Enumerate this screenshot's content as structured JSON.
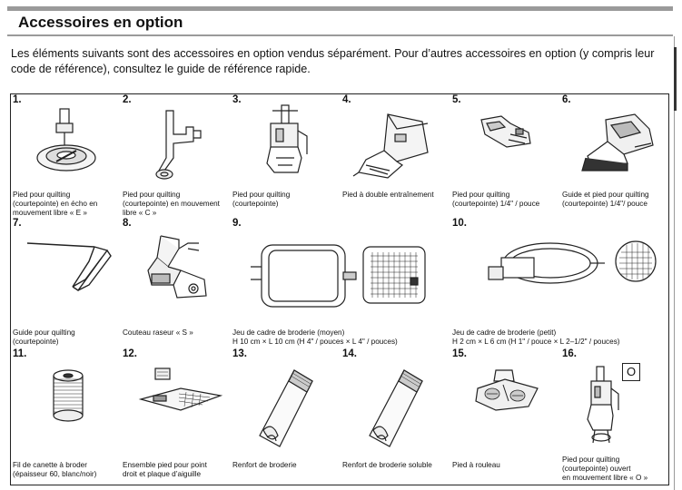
{
  "header": {
    "title": "Accessoires en option",
    "intro": "Les éléments suivants sont des accessoires en option vendus séparément. Pour d’autres accessoires en option (y compris leur code de référence), consultez le guide de référence rapide."
  },
  "items": [
    {
      "num": "1.",
      "icon": "quilting-echo-foot-icon",
      "lines": [
        "Pied pour quilting",
        "(courtepointe) en écho en",
        "mouvement libre « E »"
      ]
    },
    {
      "num": "2.",
      "icon": "quilting-free-motion-c-foot-icon",
      "lines": [
        "Pied pour quilting",
        "(courtepointe) en mouvement",
        "libre « C »"
      ]
    },
    {
      "num": "3.",
      "icon": "quilting-foot-icon",
      "lines": [
        "Pied pour quilting",
        "(courtepointe)"
      ]
    },
    {
      "num": "4.",
      "icon": "walking-foot-icon",
      "lines": [
        "Pied à double entraînement"
      ]
    },
    {
      "num": "5.",
      "icon": "quarter-inch-foot-icon",
      "lines": [
        "Pied pour quilting",
        "(courtepointe) 1/4\" / pouce"
      ]
    },
    {
      "num": "6.",
      "icon": "quarter-inch-guide-foot-icon",
      "lines": [
        "Guide et pied pour quilting",
        "(courtepointe) 1/4\"/ pouce"
      ]
    },
    {
      "num": "7.",
      "icon": "quilting-guide-icon",
      "lines": [
        "Guide pour quilting",
        "(courtepointe)"
      ]
    },
    {
      "num": "8.",
      "icon": "side-cutter-icon",
      "lines": [
        "Couteau raseur « S »"
      ]
    },
    {
      "num": "9.",
      "icon": "medium-embroidery-frame-icon",
      "lines": [
        "Jeu de cadre de broderie (moyen)",
        "H 10 cm × L 10 cm (H 4\" / pouces × L 4\" / pouces)"
      ]
    },
    {
      "num": "10.",
      "icon": "small-embroidery-frame-icon",
      "lines": [
        "Jeu de cadre de broderie (petit)",
        "H 2 cm × L 6 cm (H 1\" / pouce × L 2–1/2\" / pouces)"
      ]
    },
    {
      "num": "11.",
      "icon": "bobbin-thread-spool-icon",
      "lines": [
        "Fil de canette à broder",
        "(épaisseur 60, blanc/noir)"
      ]
    },
    {
      "num": "12.",
      "icon": "straight-stitch-foot-plate-icon",
      "lines": [
        "Ensemble pied pour point",
        "droit et plaque d’aiguille"
      ]
    },
    {
      "num": "13.",
      "icon": "embroidery-stabilizer-icon",
      "lines": [
        "Renfort de broderie"
      ]
    },
    {
      "num": "14.",
      "icon": "water-soluble-stabilizer-icon",
      "lines": [
        "Renfort de broderie soluble"
      ]
    },
    {
      "num": "15.",
      "icon": "roller-foot-icon",
      "lines": [
        "Pied à rouleau"
      ]
    },
    {
      "num": "16.",
      "icon": "open-toe-quilting-foot-icon",
      "badge": "O",
      "lines": [
        "Pied pour quilting",
        "(courtepointe) ouvert",
        "en mouvement libre « O »"
      ]
    }
  ]
}
